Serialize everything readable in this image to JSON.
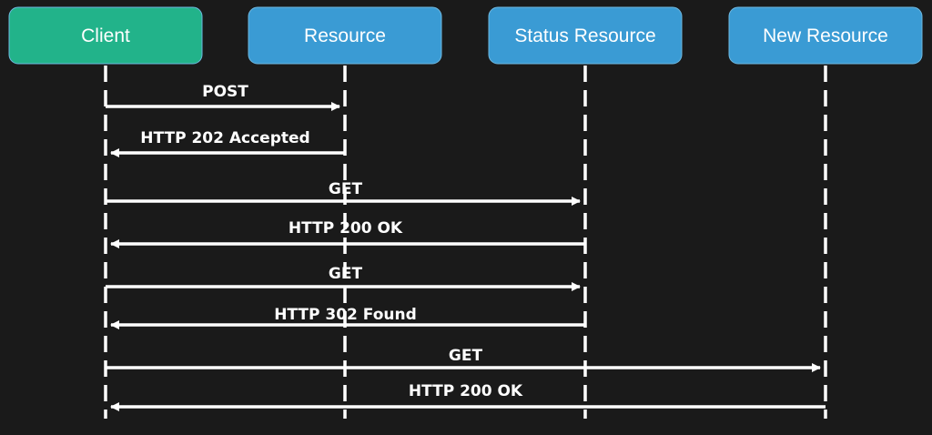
{
  "participants": [
    {
      "id": "client",
      "label": "Client",
      "color": "#22b38a"
    },
    {
      "id": "resource",
      "label": "Resource",
      "color": "#3a9bd4"
    },
    {
      "id": "status",
      "label": "Status Resource",
      "color": "#3a9bd4"
    },
    {
      "id": "new",
      "label": "New Resource",
      "color": "#3a9bd4"
    }
  ],
  "messages": [
    {
      "label": "POST",
      "from": "client",
      "to": "resource"
    },
    {
      "label": "HTTP 202 Accepted",
      "from": "resource",
      "to": "client"
    },
    {
      "label": "GET",
      "from": "client",
      "to": "status"
    },
    {
      "label": "HTTP 200 OK",
      "from": "status",
      "to": "client"
    },
    {
      "label": "GET",
      "from": "client",
      "to": "status"
    },
    {
      "label": "HTTP 302 Found",
      "from": "status",
      "to": "client"
    },
    {
      "label": "GET",
      "from": "client",
      "to": "new"
    },
    {
      "label": "HTTP 200 OK",
      "from": "new",
      "to": "client"
    }
  ],
  "colors": {
    "background": "#1a1a1a",
    "line": "#ffffff",
    "text": "#ffffff"
  }
}
